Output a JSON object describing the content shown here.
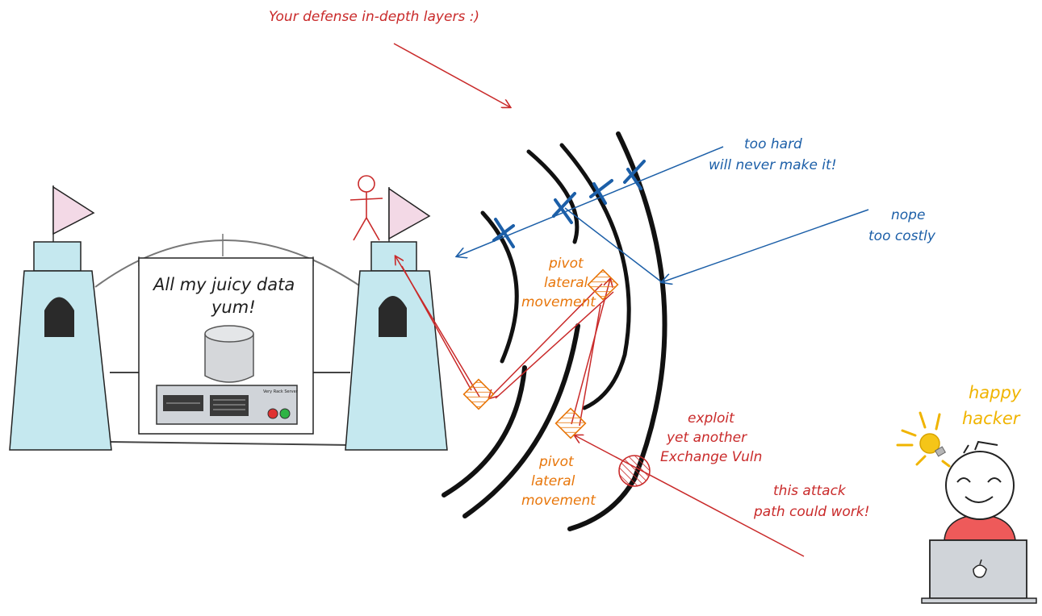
{
  "title": "Your defense in-depth layers :)",
  "castle": {
    "data_label_line1": "All my juicy data",
    "data_label_line2": "yum!",
    "server_label": "Very Rack Server"
  },
  "blue_notes": {
    "hard_line1": "too hard",
    "hard_line2": "will never make it!",
    "nope_line1": "nope",
    "nope_line2": "too costly"
  },
  "pivot_upper": [
    "pivot",
    "lateral",
    "movement"
  ],
  "pivot_lower": [
    "pivot",
    "lateral",
    "movement"
  ],
  "exploit": [
    "exploit",
    "yet another",
    "Exchange Vuln"
  ],
  "attack": [
    "this attack",
    "path could work!"
  ],
  "hacker": [
    "happy",
    "hacker"
  ],
  "colors": {
    "red": "#c92a2a",
    "blue": "#1c5fa8",
    "orange": "#e8760a",
    "yellow": "#f0b400",
    "tower": "#c5e8ef",
    "flag": "#f3d9e6",
    "shirt": "#ee5a5a",
    "laptop": "#d0d4d9"
  }
}
